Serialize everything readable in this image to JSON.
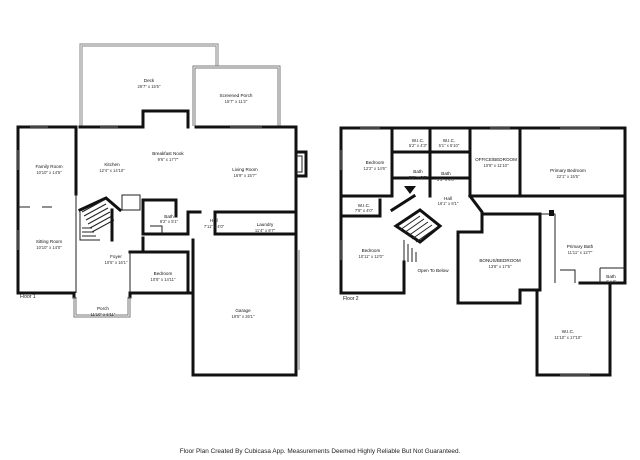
{
  "floor1": {
    "label": "Floor 1",
    "rooms": {
      "deck": {
        "name": "Deck",
        "dim": "26'7\" x 15'5\""
      },
      "screened_porch": {
        "name": "Screened Porch",
        "dim": "15'7\" x 11'2\""
      },
      "family_room": {
        "name": "Family Room",
        "dim": "10'10\" x 14'5\""
      },
      "kitchen": {
        "name": "Kitchen",
        "dim": "12'4\" x 14'10\""
      },
      "breakfast_nook": {
        "name": "Breakfast Nook",
        "dim": "9'6\" x 17'7\""
      },
      "living_room": {
        "name": "Living Room",
        "dim": "16'9\" x 15'7\""
      },
      "bath": {
        "name": "Bath",
        "dim": "8'2\" x 5'1\""
      },
      "hall": {
        "name": "Hall",
        "dim": "7'11\" x 4'0\""
      },
      "laundry": {
        "name": "Laundry",
        "dim": "11'4\" x 6'7\""
      },
      "sitting_room": {
        "name": "Sitting Room",
        "dim": "10'10\" x 14'0\""
      },
      "foyer": {
        "name": "Foyer",
        "dim": "10'5\" x 16'1\""
      },
      "bedroom": {
        "name": "Bedroom",
        "dim": "10'8\" x 14'11\""
      },
      "garage": {
        "name": "Garage",
        "dim": "19'5\" x 26'1\""
      },
      "porch": {
        "name": "Porch",
        "dim": "11'10\" x 6'11\""
      }
    }
  },
  "floor2": {
    "label": "Floor 2",
    "rooms": {
      "wic1": {
        "name": "W.I.C.",
        "dim": "5'2\" x 4'3\""
      },
      "wic2": {
        "name": "W.I.C.",
        "dim": "5'1\" x 5'10\""
      },
      "office_bedroom": {
        "name": "OFFICE/BEDROOM",
        "dim": "10'8\" x 11'10\""
      },
      "primary_bedroom": {
        "name": "Primary Bedroom",
        "dim": "22'1\" x 15'5\""
      },
      "bedroom_a": {
        "name": "Bedroom",
        "dim": "12'2\" x 14'6\""
      },
      "bath_a": {
        "name": "Bath",
        "dim": "5'3\" x 6'5\""
      },
      "bath_b": {
        "name": "Bath",
        "dim": "5'3\" x 4'8\""
      },
      "wic3": {
        "name": "W.I.C.",
        "dim": "7'9\" x 4'0\""
      },
      "hall": {
        "name": "Hall",
        "dim": "16'1\" x 8'1\""
      },
      "bedroom_b": {
        "name": "Bedroom",
        "dim": "10'11\" x 12'0\""
      },
      "open_below": {
        "name": "Open To Below",
        "dim": ""
      },
      "bonus_bedroom": {
        "name": "BONUS/BEDROOM",
        "dim": "13'8\" x 17'5\""
      },
      "primary_bath": {
        "name": "Primary Bath",
        "dim": "11'11\" x 12'7\""
      },
      "bath_c": {
        "name": "Bath",
        "dim": "4' x 5'"
      },
      "wic4": {
        "name": "W.I.C.",
        "dim": "11'10\" x 17'10\""
      }
    }
  },
  "footer": "Floor Plan Created By Cubicasa App. Measurements Deemed Highly Reliable But Not Guaranteed."
}
